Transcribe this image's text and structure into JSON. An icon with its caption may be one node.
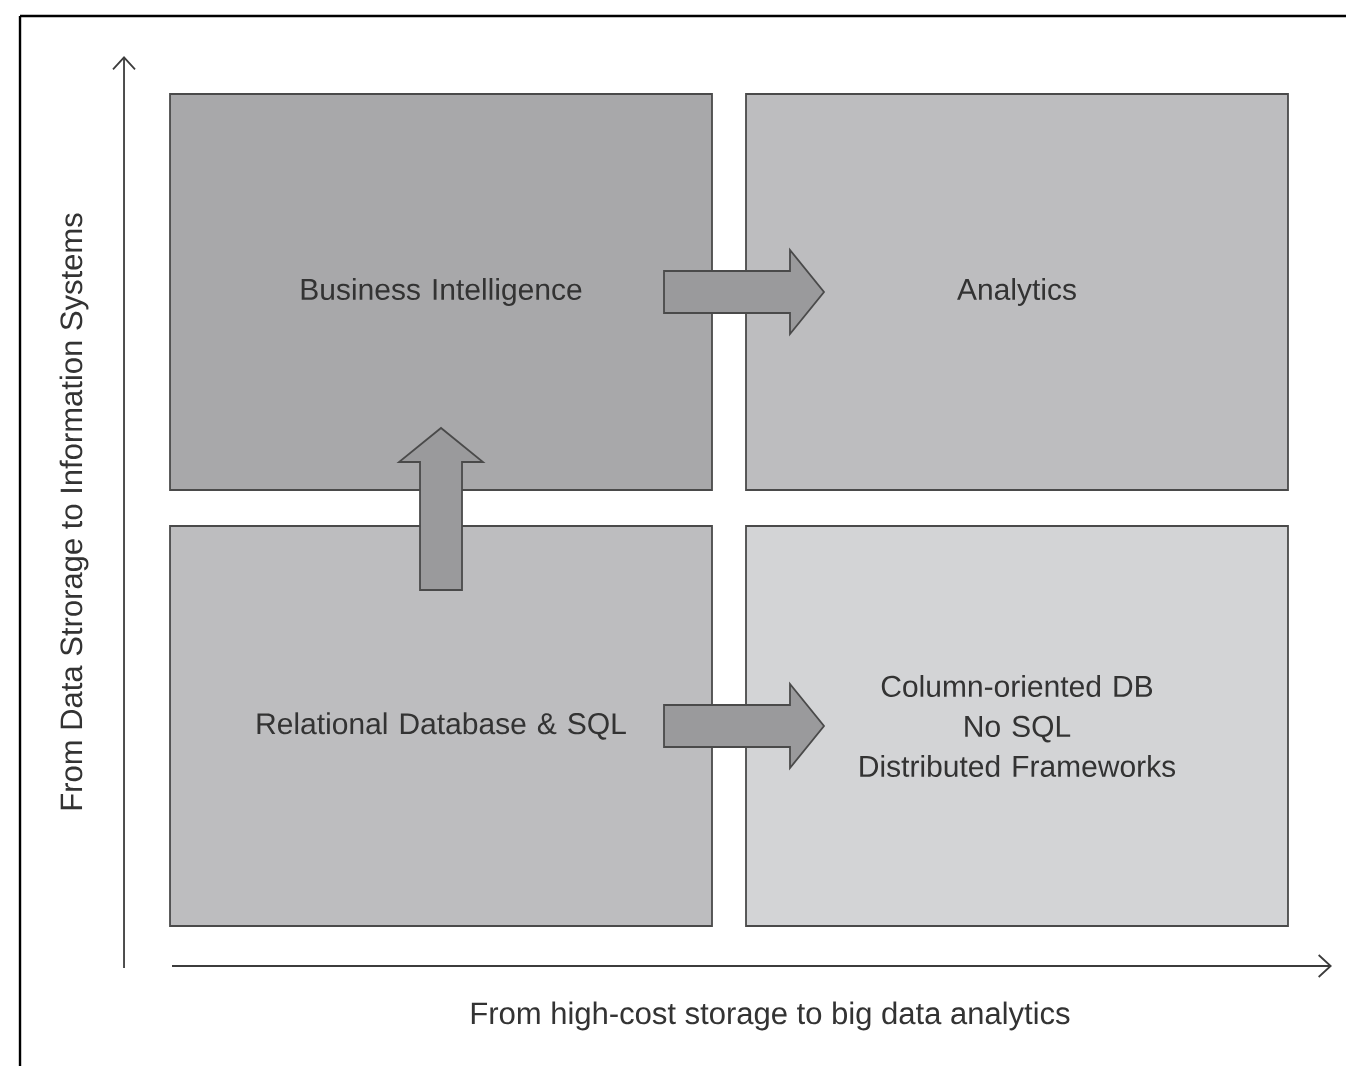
{
  "diagram": {
    "nodes": [
      {
        "text": [
          "Business Intelligence"
        ]
      },
      {
        "text": [
          "Analytics"
        ]
      },
      {
        "text": [
          "Relational Database & SQL"
        ]
      },
      {
        "text": [
          "Column-oriented DB",
          "No SQL",
          "Distributed Frameworks"
        ]
      }
    ],
    "edges": [
      {
        "from": 0,
        "to": 1,
        "arrow": "to"
      },
      {
        "from": 2,
        "to": 0,
        "arrow": "to"
      },
      {
        "from": 2,
        "to": 3,
        "arrow": "to"
      }
    ],
    "labels": [
      "From Data Strorage to Information Systems",
      "From high-cost storage to big data analytics"
    ]
  }
}
